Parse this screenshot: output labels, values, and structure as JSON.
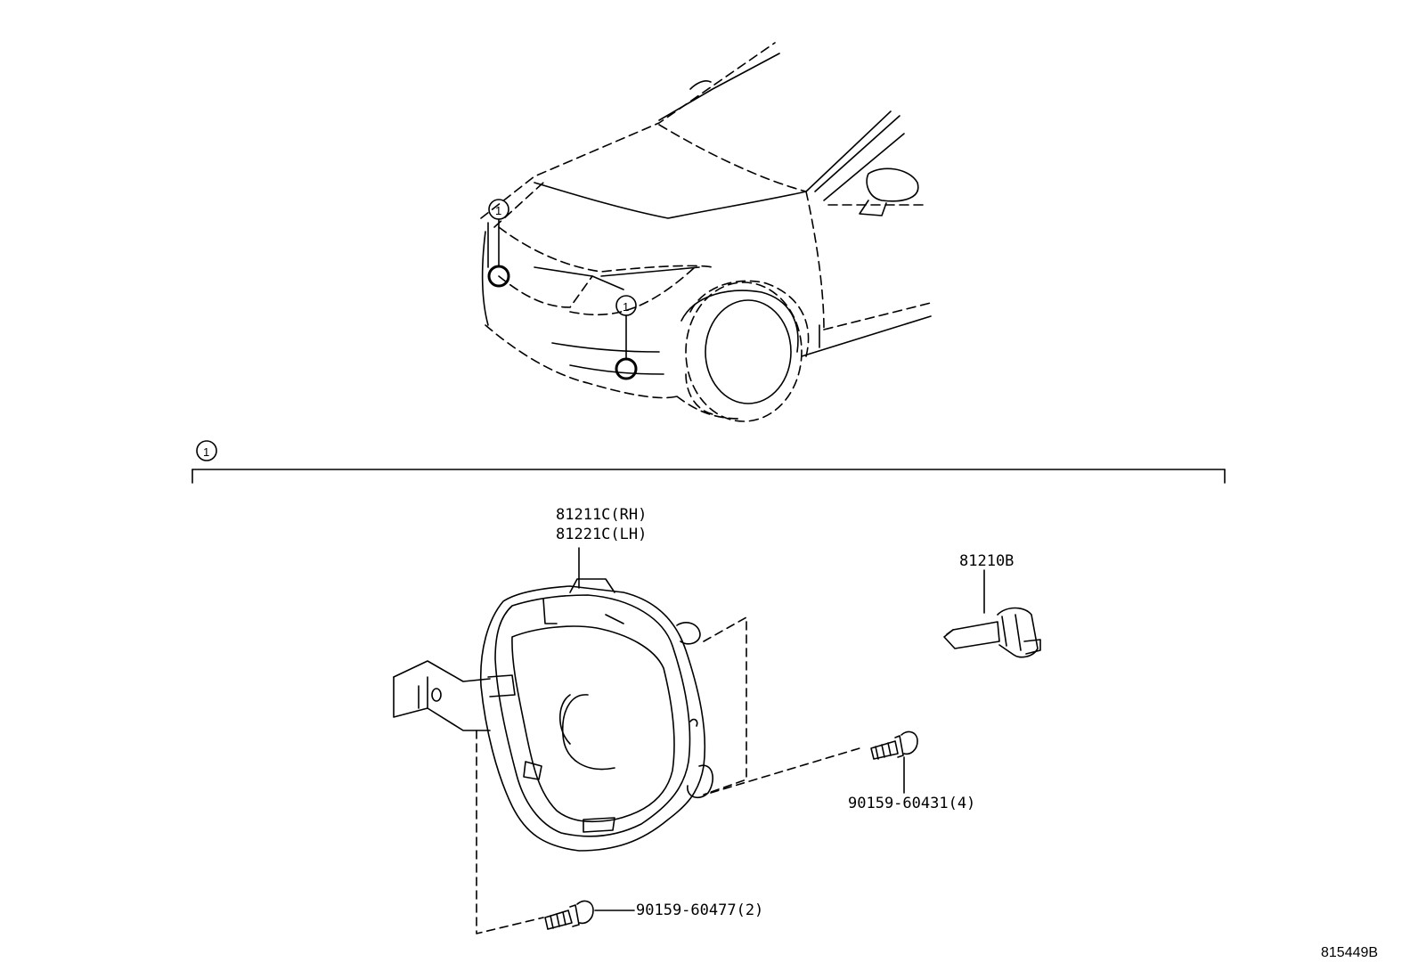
{
  "diagram": {
    "callout_number": "1",
    "diagram_id": "815449B",
    "parts": {
      "fog_lamp_rh": "81211C(RH)",
      "fog_lamp_lh": "81221C(LH)",
      "bulb": "81210B",
      "screw_upper": "90159-60431(4)",
      "screw_lower": "90159-60477(2)"
    }
  }
}
